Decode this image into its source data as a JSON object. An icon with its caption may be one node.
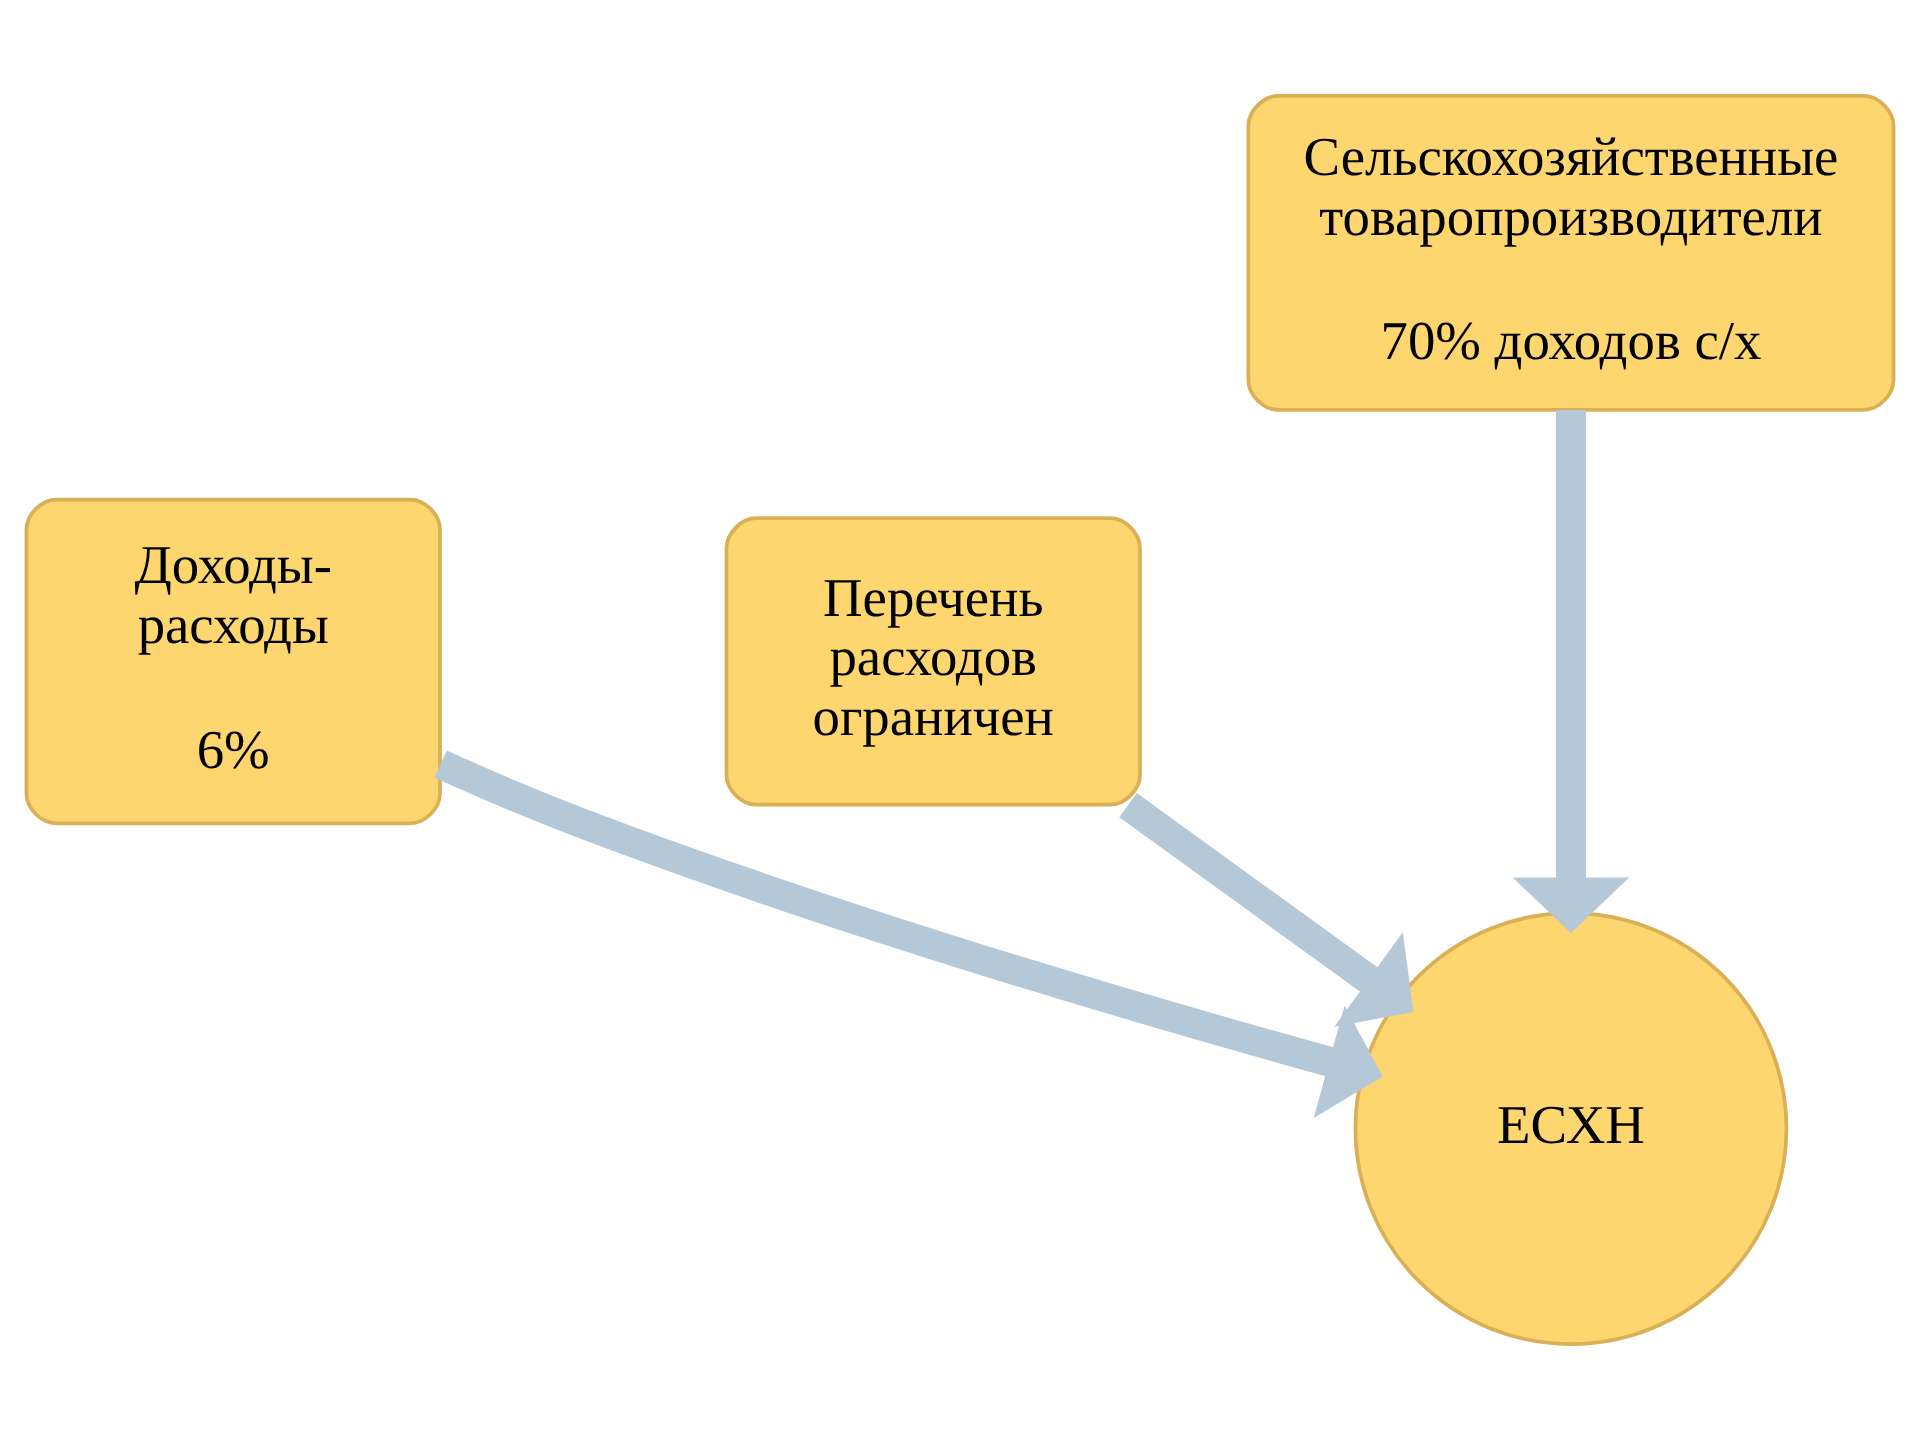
{
  "diagram": {
    "nodes": [
      {
        "text": [
          "Сельскохозяйственные товаропроизводители",
          "70% доходов с/х"
        ]
      },
      {
        "text": [
          "Доходы- расходы",
          "6%"
        ]
      },
      {
        "text": [
          "Перечень расходов ограничен"
        ]
      },
      {
        "text": [
          "ЕСХН"
        ]
      }
    ],
    "edges": [
      {
        "from": 0,
        "to": 3,
        "arrow": "to"
      },
      {
        "from": 1,
        "to": 3,
        "arrow": "to"
      },
      {
        "from": 2,
        "to": 3,
        "arrow": "to"
      }
    ]
  }
}
